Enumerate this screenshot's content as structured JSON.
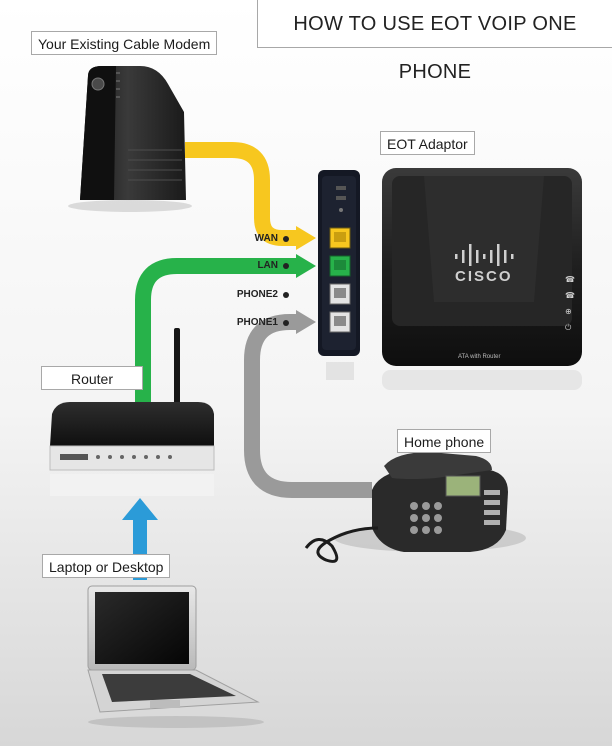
{
  "title": "HOW TO USE EOT VOIP ONE PHONE",
  "devices": {
    "modem_label": "Your Existing Cable Modem",
    "adaptor_label": "EOT Adaptor",
    "router_label": "Router",
    "phone_label": "Home phone",
    "computer_label": "Laptop or Desktop"
  },
  "ports": {
    "wan": "WAN",
    "lan": "LAN",
    "phone2": "PHONE2",
    "phone1": "PHONE1"
  },
  "adaptor_text": {
    "brand": "CISCO",
    "model": "ATA with Router"
  },
  "colors": {
    "wan_cable": "#f7c71f",
    "lan_cable": "#27b24a",
    "phone_cable": "#9a9a9a",
    "computer_arrow": "#2b9bd8"
  }
}
